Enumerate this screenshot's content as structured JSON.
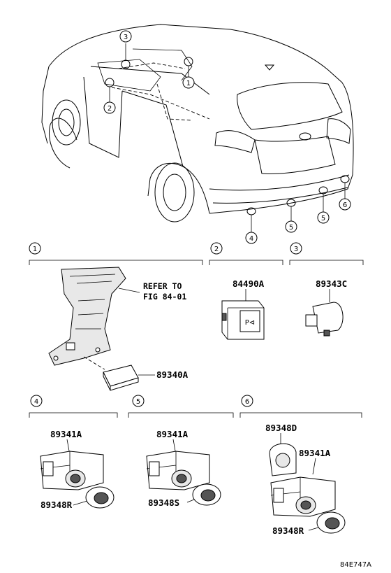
{
  "callouts": {
    "c1": "1",
    "c2": "2",
    "c3": "3",
    "c4": "4",
    "c5": "5",
    "c6": "6"
  },
  "groups": {
    "g1": "1",
    "g2": "2",
    "g3": "3",
    "g4": "4",
    "g5": "5",
    "g6": "6"
  },
  "parts": {
    "p_84490A": "84490A",
    "p_89343C": "89343C",
    "p_89340A": "89340A",
    "g4_89341A": "89341A",
    "g4_89348R": "89348R",
    "g5_89341A": "89341A",
    "g5_89348S": "89348S",
    "g6_89348D": "89348D",
    "g6_89341A": "89341A",
    "g6_89348R": "89348R"
  },
  "refer": {
    "line1": "REFER TO",
    "line2": "FIG 84-01"
  },
  "switch_text": "P⊲",
  "figure_code": "84E747A"
}
